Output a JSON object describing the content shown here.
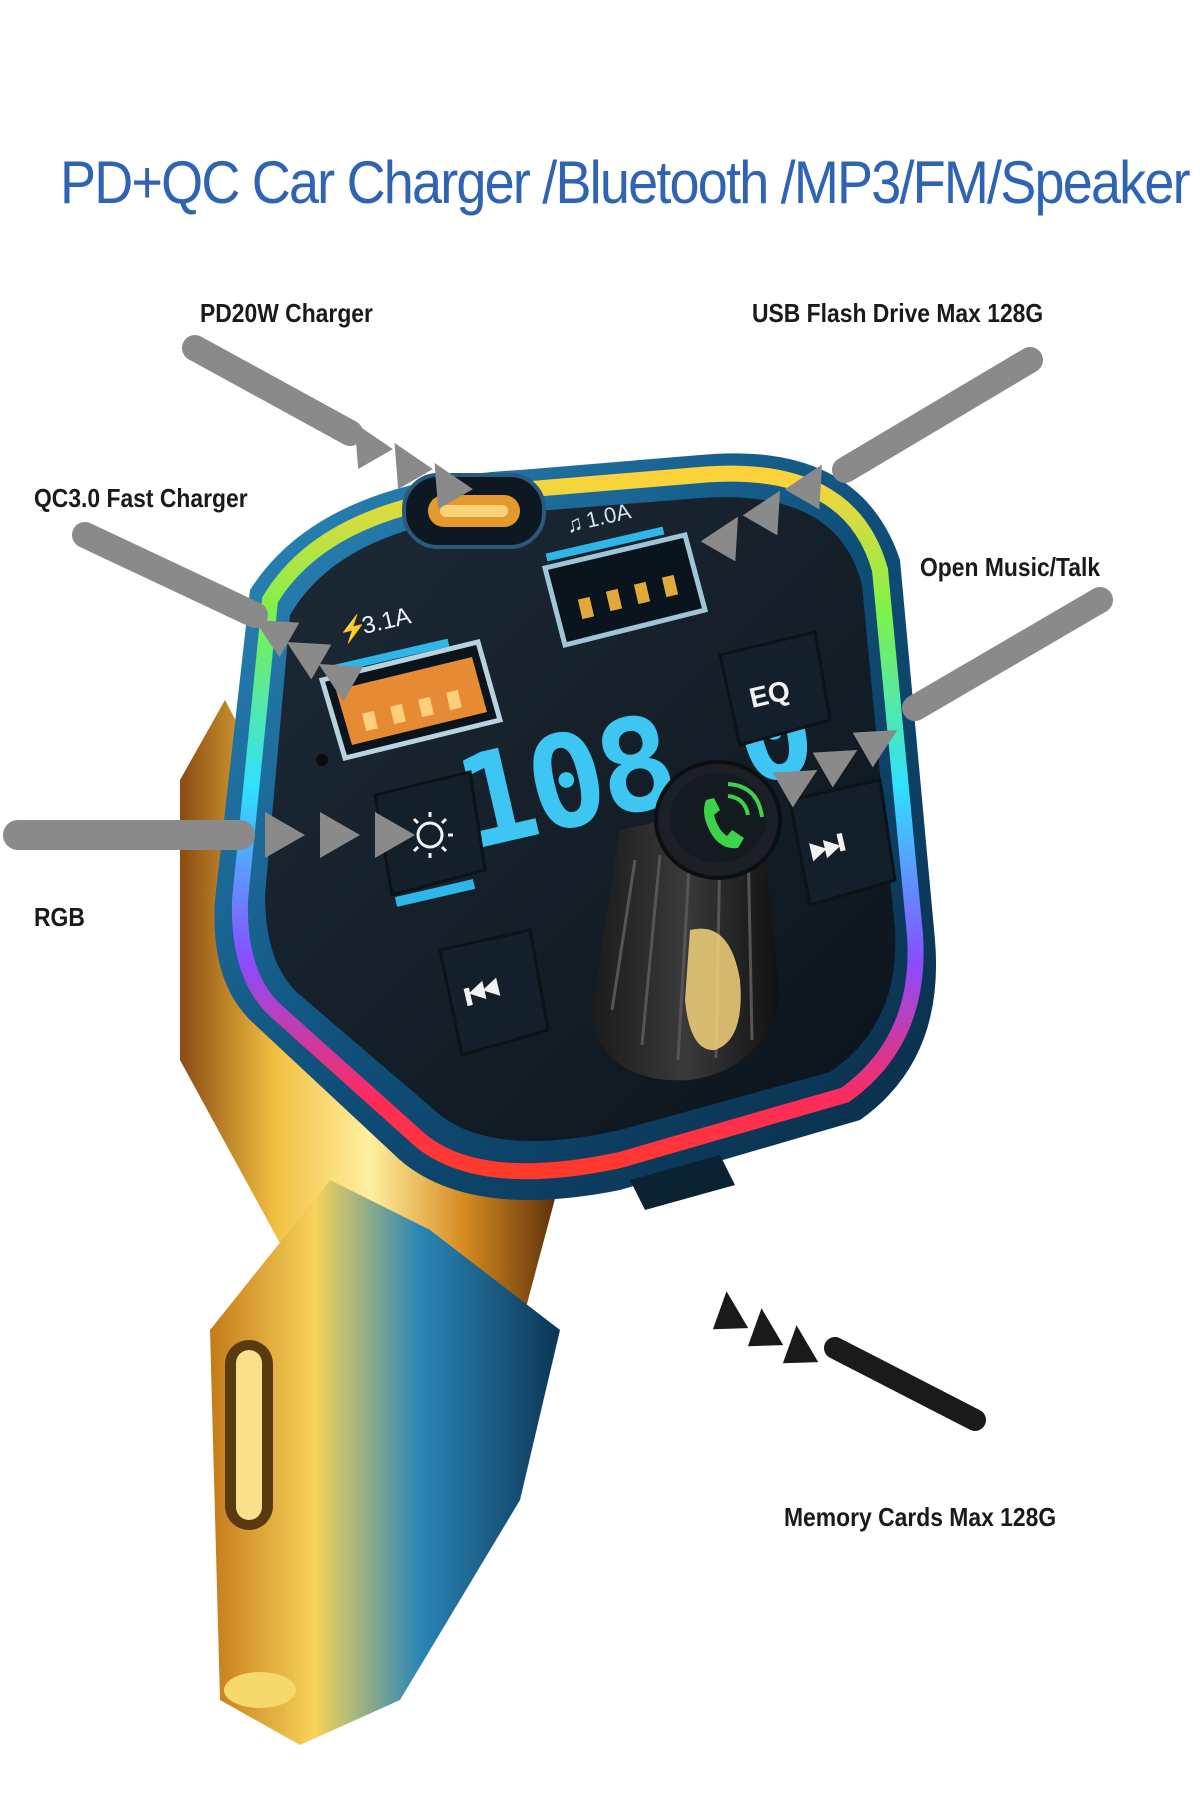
{
  "title": "PD+QC Car Charger /Bluetooth /MP3/FM/Speaker",
  "callouts": {
    "pd20w": "PD20W Charger",
    "usb_flash": "USB Flash Drive Max 128G",
    "qc30": "QC3.0 Fast Charger",
    "music_talk": "Open Music/Talk",
    "rgb": "RGB",
    "memory": "Memory Cards Max 128G"
  },
  "device": {
    "display": "108.0",
    "port_left_label": "3.1A",
    "port_right_label": "1.0A",
    "eq_label": "EQ"
  },
  "colors": {
    "title": "#2f63b4",
    "arrow": "#8a8a8a",
    "body_gold": "#e0a52a",
    "body_blue": "#1b6a9c",
    "lcd": "#3ec6f2"
  }
}
